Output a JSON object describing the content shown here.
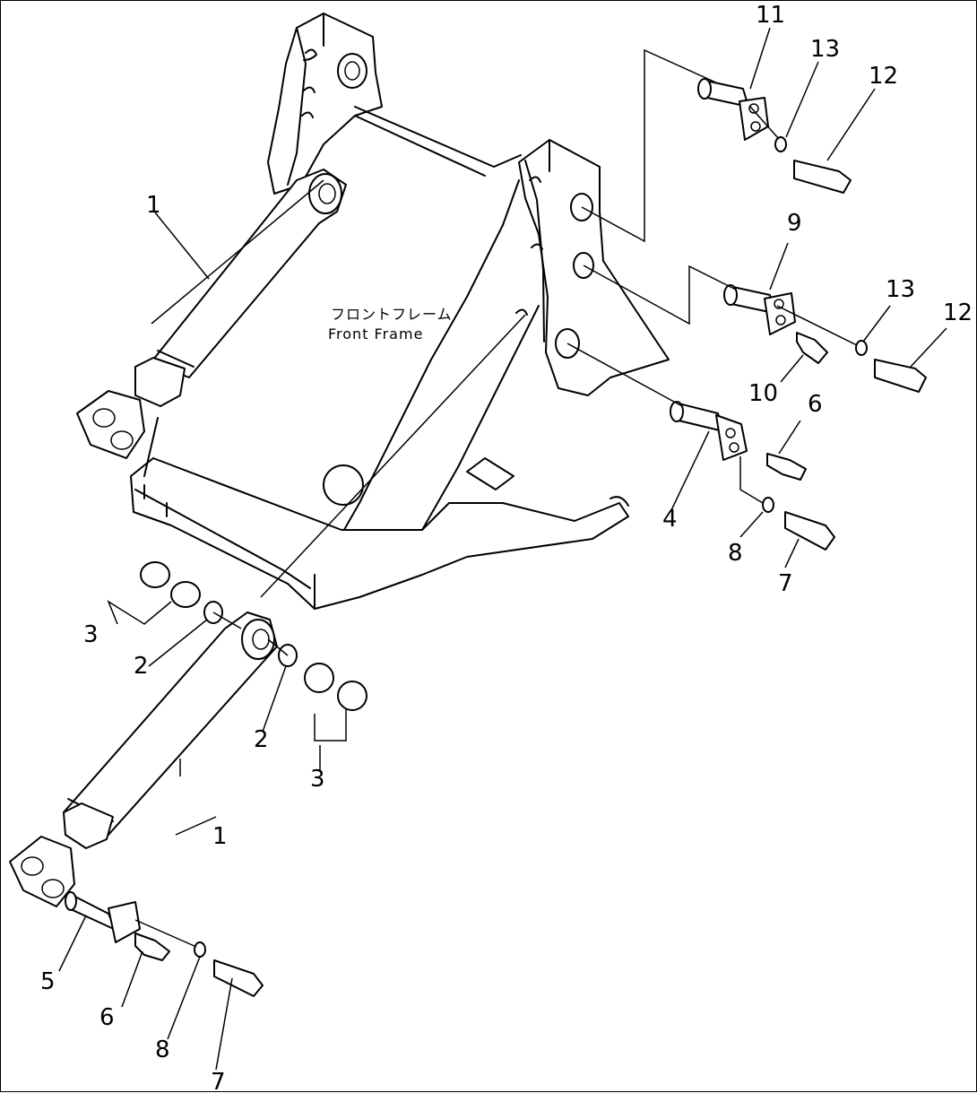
{
  "frame_label": {
    "line1": "フロントフレーム",
    "line2": "Front  Frame"
  },
  "callouts": [
    {
      "id": "c1a",
      "text": "1"
    },
    {
      "id": "c1b",
      "text": "1"
    },
    {
      "id": "c2a",
      "text": "2"
    },
    {
      "id": "c2b",
      "text": "2"
    },
    {
      "id": "c3a",
      "text": "3"
    },
    {
      "id": "c3b",
      "text": "3"
    },
    {
      "id": "c4",
      "text": "4"
    },
    {
      "id": "c5",
      "text": "5"
    },
    {
      "id": "c6a",
      "text": "6"
    },
    {
      "id": "c6b",
      "text": "6"
    },
    {
      "id": "c7a",
      "text": "7"
    },
    {
      "id": "c7b",
      "text": "7"
    },
    {
      "id": "c8a",
      "text": "8"
    },
    {
      "id": "c8b",
      "text": "8"
    },
    {
      "id": "c9",
      "text": "9"
    },
    {
      "id": "c10",
      "text": "10"
    },
    {
      "id": "c11",
      "text": "11"
    },
    {
      "id": "c12a",
      "text": "12"
    },
    {
      "id": "c12b",
      "text": "12"
    },
    {
      "id": "c13a",
      "text": "13"
    },
    {
      "id": "c13b",
      "text": "13"
    }
  ]
}
